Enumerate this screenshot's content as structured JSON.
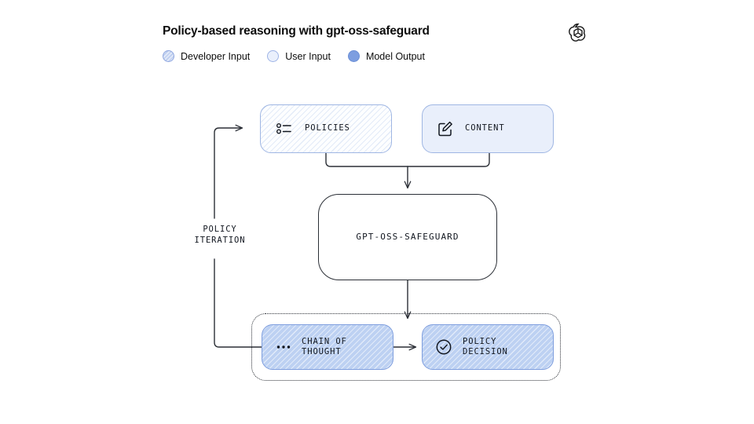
{
  "header": {
    "title": "Policy-based reasoning with gpt-oss-safeguard",
    "logo_icon": "openai-logo-icon"
  },
  "legend": {
    "items": [
      {
        "label": "Developer Input",
        "swatch_icon": "hatched-circle-icon",
        "color": "#dfe7f8"
      },
      {
        "label": "User Input",
        "swatch_icon": "light-circle-icon",
        "color": "#eaf0fc"
      },
      {
        "label": "Model Output",
        "swatch_icon": "filled-circle-icon",
        "color": "#7d9ee0"
      }
    ]
  },
  "diagram": {
    "nodes": {
      "policies": {
        "label": "POLICIES",
        "icon": "list-icon",
        "kind": "developer-input"
      },
      "content": {
        "label": "CONTENT",
        "icon": "edit-square-icon",
        "kind": "user-input"
      },
      "core": {
        "label": "GPT-OSS-SAFEGUARD",
        "kind": "model"
      },
      "cot": {
        "label": "CHAIN OF\nTHOUGHT",
        "icon": "ellipsis-icon",
        "kind": "model-output"
      },
      "decision": {
        "label": "POLICY\nDECISION",
        "icon": "check-circle-icon",
        "kind": "model-output"
      }
    },
    "loop_label": "POLICY\nITERATION",
    "colors": {
      "developer_fill": "#fdfeff",
      "user_fill": "#e9effb",
      "model_output_fill": "#bdd1f2",
      "node_border": "#9fb6e3",
      "core_border": "#2b2f36",
      "connector": "#2b2f36",
      "text": "#11161f"
    }
  }
}
